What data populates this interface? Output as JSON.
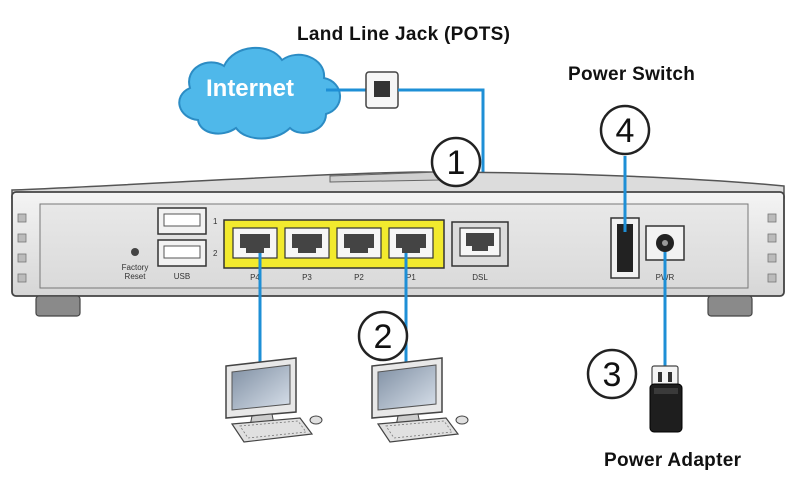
{
  "labels": {
    "land_line": "Land Line Jack (POTS)",
    "power_switch": "Power Switch",
    "power_adapter": "Power Adapter",
    "internet": "Internet"
  },
  "router": {
    "factory_reset": [
      "Factory",
      "Reset"
    ],
    "usb": "USB",
    "usb_port_numbers": [
      "1",
      "2"
    ],
    "lan_ports": [
      "P4",
      "P3",
      "P2",
      "P1"
    ],
    "dsl": "DSL",
    "pwr": "PWR"
  },
  "callouts": [
    "1",
    "2",
    "3",
    "4"
  ],
  "colors": {
    "cable": "#1e8fd6",
    "lan_port": "#f2ea2e",
    "cloud": "#4fb8ea",
    "router_body": "#e4e4e4"
  }
}
